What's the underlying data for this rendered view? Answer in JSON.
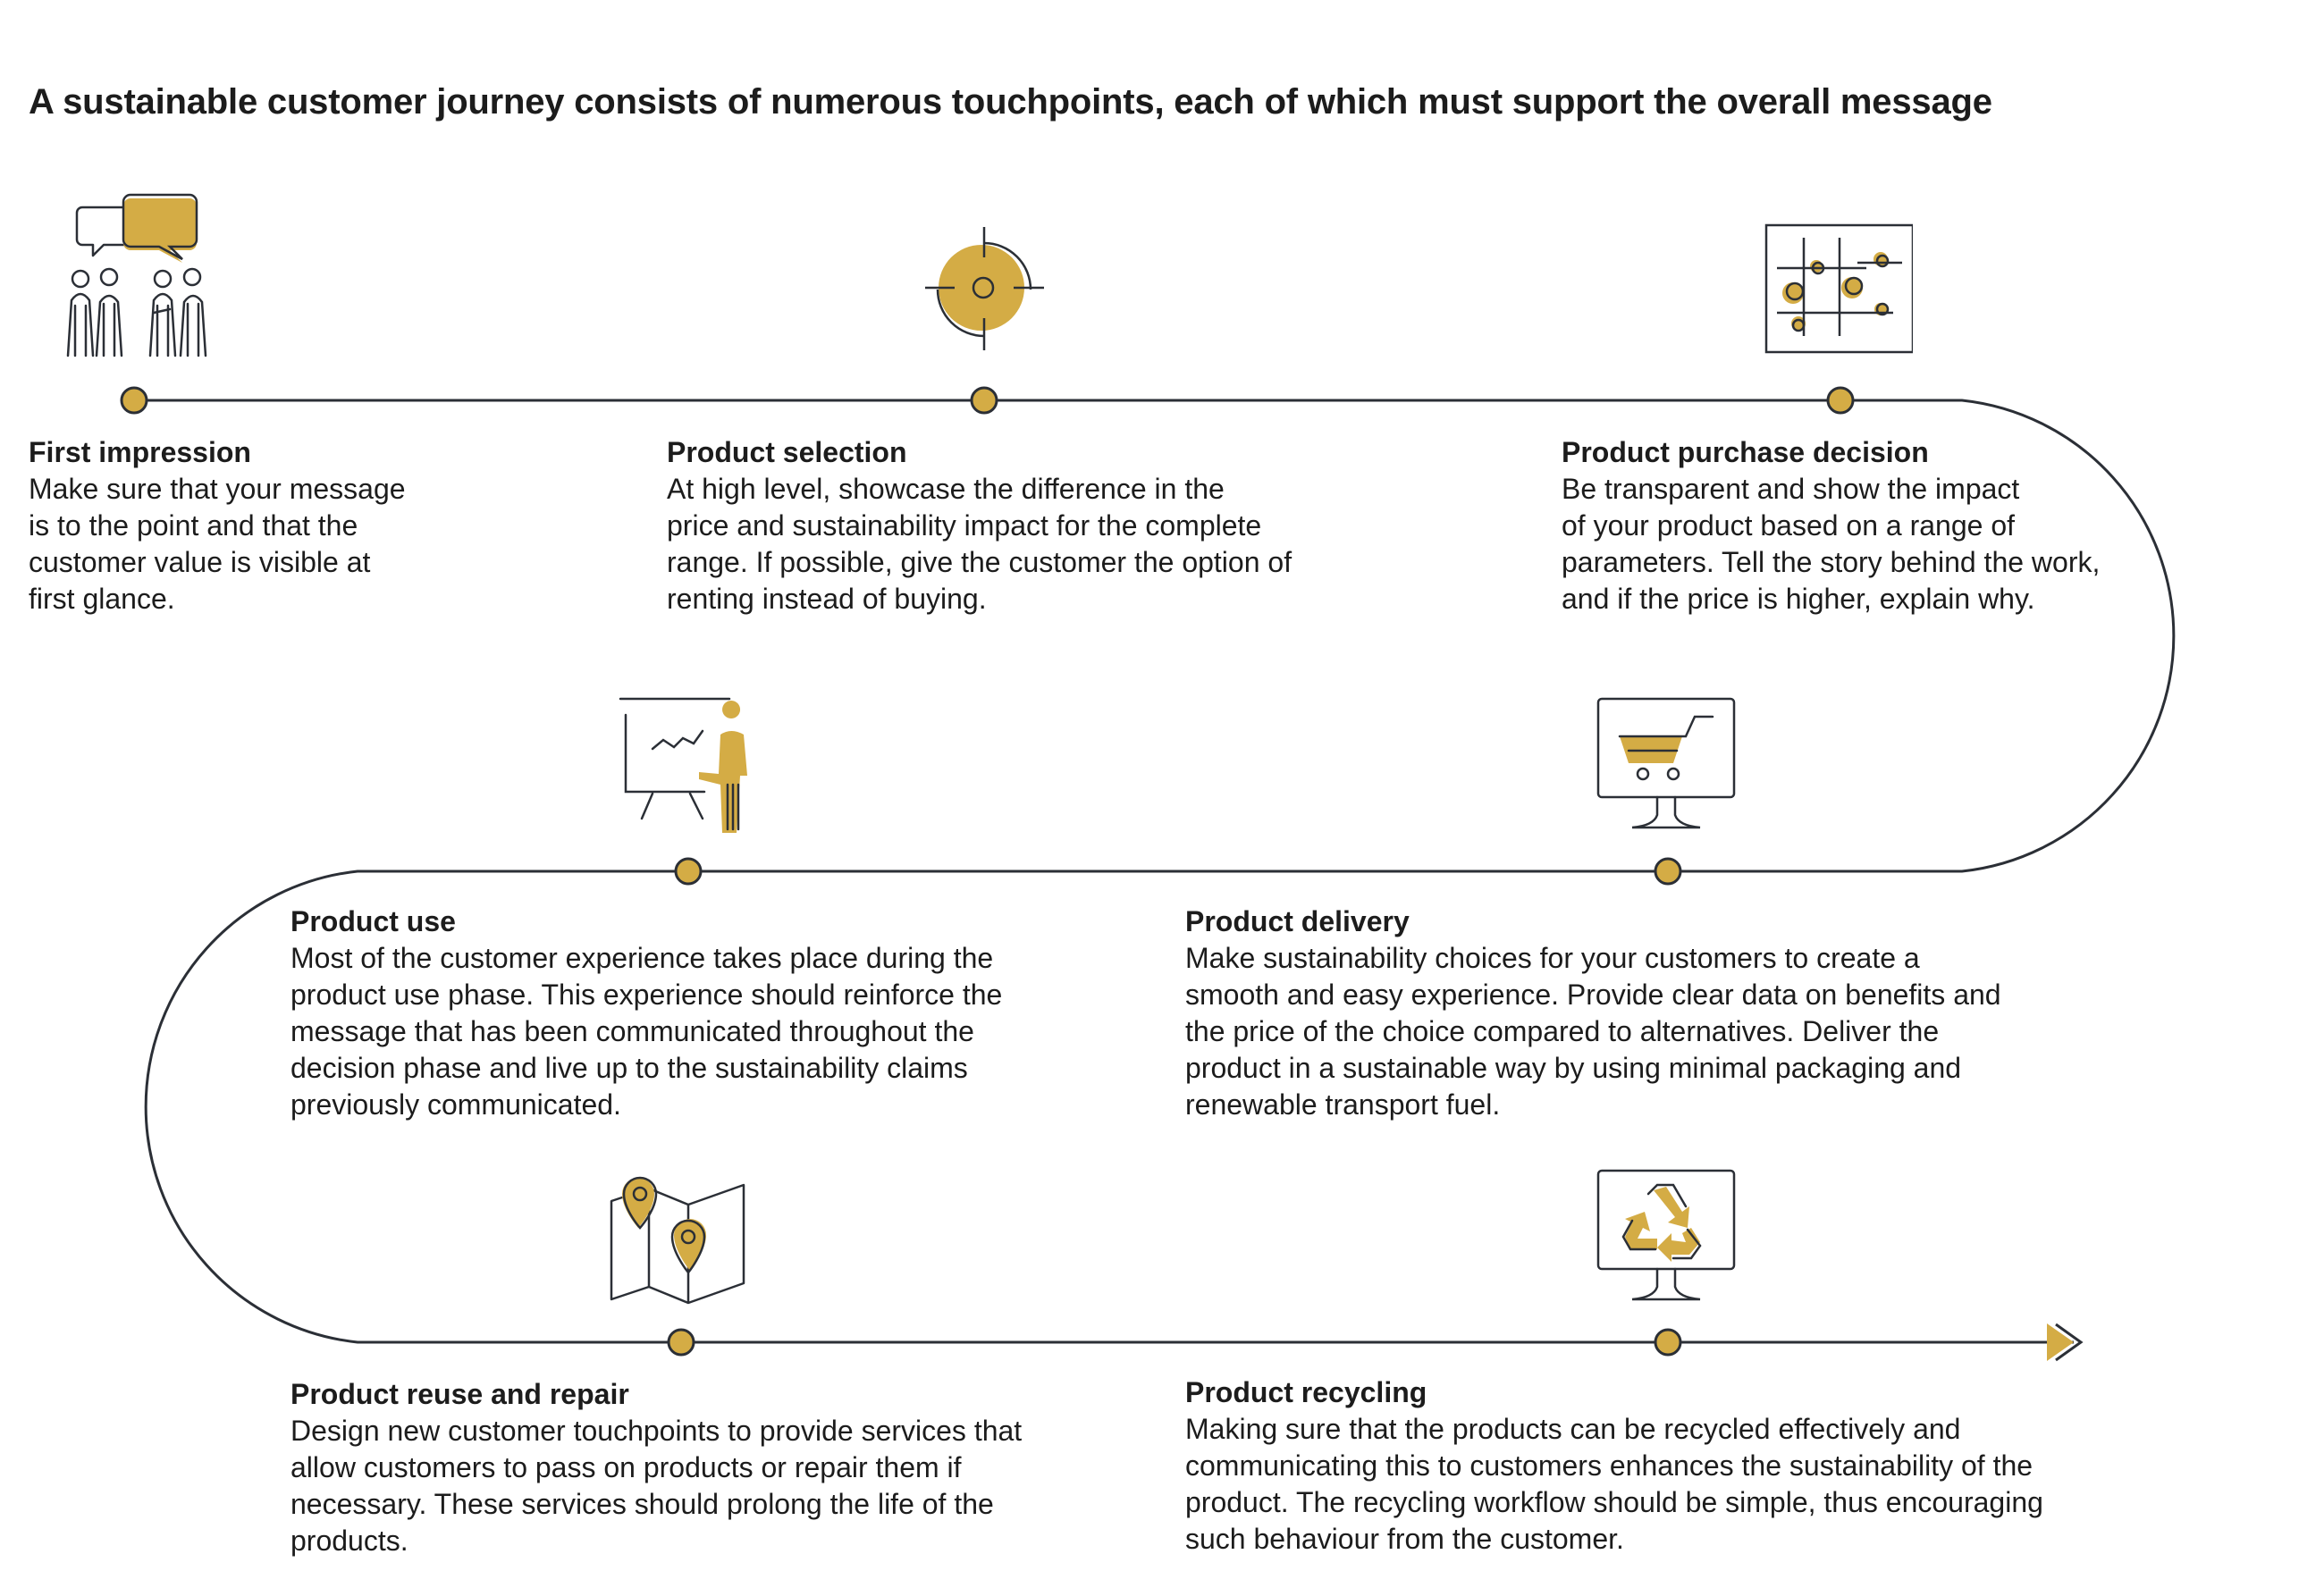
{
  "title": "A sustainable customer journey consists of numerous touchpoints, each of which must support the overall message",
  "colors": {
    "accent": "#d4ac45",
    "line": "#2b2f36",
    "text": "#1c1c1c"
  },
  "stages": [
    {
      "title": "First impression",
      "icon": "people-conversation-icon",
      "description": "Make sure that your message\nis to the point and that the\ncustomer value is visible at\nfirst glance."
    },
    {
      "title": "Product selection",
      "icon": "target-icon",
      "description": "At high level, showcase the difference in the\nprice and sustainability impact for the complete\nrange. If possible, give the customer the option of\nrenting instead of buying."
    },
    {
      "title": "Product purchase decision",
      "icon": "parameters-grid-icon",
      "description": "Be transparent and show the impact\nof your product based on a range of\nparameters. Tell the story behind the work,\nand if the price is higher, explain why."
    },
    {
      "title": "Product use",
      "icon": "presentation-icon",
      "description": "Most of the customer experience takes place during the\nproduct use phase. This experience should reinforce the\nmessage that has been communicated throughout the\ndecision phase and live up to the sustainability claims\npreviously communicated."
    },
    {
      "title": "Product delivery",
      "icon": "shopping-cart-monitor-icon",
      "description": "Make sustainability choices for your customers to create a\nsmooth and easy experience. Provide clear data on benefits and\nthe price of the choice compared to alternatives. Deliver the\nproduct in a sustainable way by using minimal packaging and\nrenewable transport fuel."
    },
    {
      "title": "Product reuse and repair",
      "icon": "map-pins-icon",
      "description": "Design new customer touchpoints to provide services that\nallow customers to pass on products or repair them if\nnecessary. These services should prolong the life of the\nproducts."
    },
    {
      "title": "Product recycling",
      "icon": "recycle-monitor-icon",
      "description": "Making sure that the products can be recycled effectively and\ncommunicating this to customers enhances the sustainability of the\nproduct. The recycling workflow should be simple, thus encouraging\nsuch behaviour from the customer."
    }
  ]
}
